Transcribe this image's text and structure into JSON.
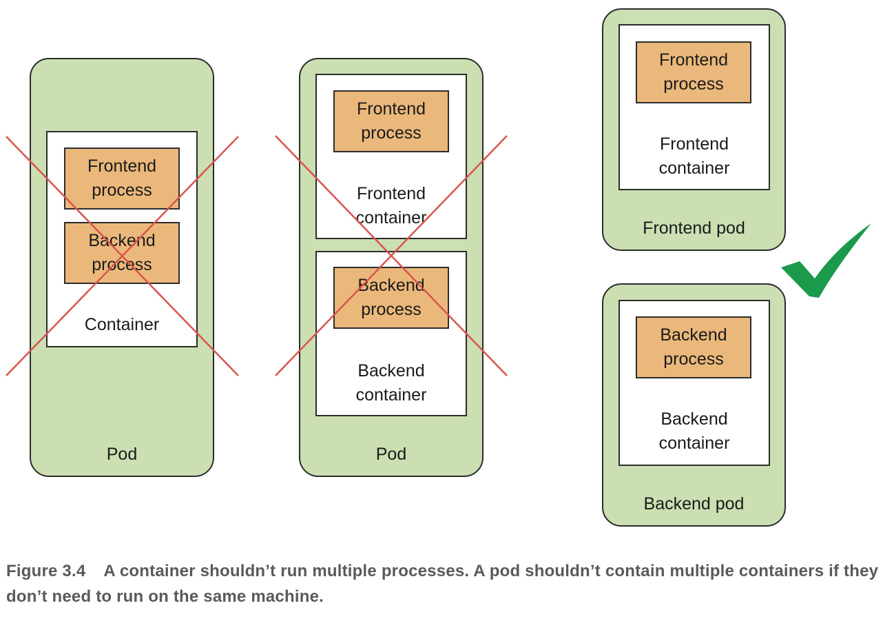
{
  "diagram": {
    "left": {
      "pod_label": "Pod",
      "container_label": "Container",
      "frontend_process": "Frontend\nprocess",
      "backend_process": "Backend\nprocess"
    },
    "middle": {
      "pod_label": "Pod",
      "frontend_container_label": "Frontend\ncontainer",
      "backend_container_label": "Backend\ncontainer",
      "frontend_process": "Frontend\nprocess",
      "backend_process": "Backend\nprocess"
    },
    "right_top": {
      "pod_label": "Frontend pod",
      "container_label": "Frontend\ncontainer",
      "process": "Frontend\nprocess"
    },
    "right_bottom": {
      "pod_label": "Backend pod",
      "container_label": "Backend\ncontainer",
      "process": "Backend\nprocess"
    },
    "colors": {
      "pod_fill": "#cbdfb2",
      "process_fill": "#ebb87b",
      "cross": "#d9534f",
      "checkmark": "#1a9a4a"
    }
  },
  "caption": {
    "figure_number": "Figure 3.4",
    "text": "A container shouldn’t run multiple processes. A pod shouldn’t contain multiple containers if they don’t need to run on the same machine."
  }
}
